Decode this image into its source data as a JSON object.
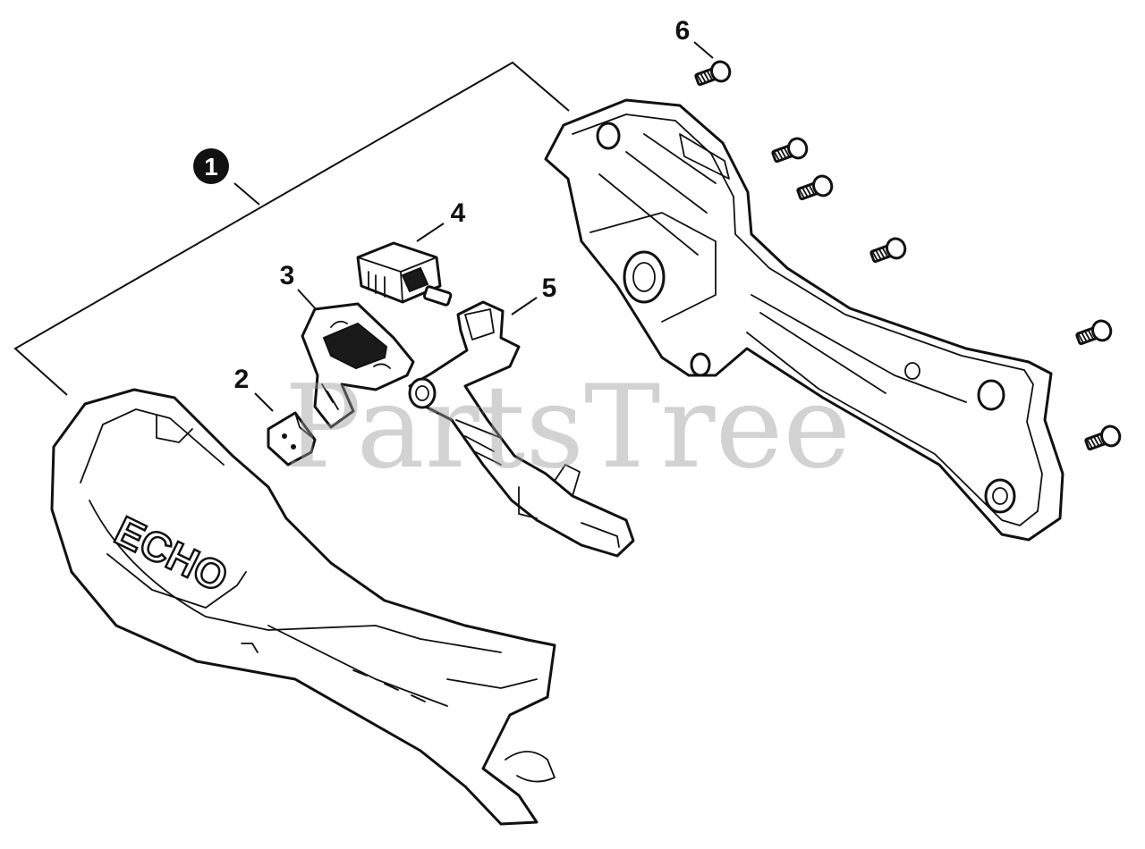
{
  "callouts": {
    "c1": "1",
    "c2": "2",
    "c3": "3",
    "c4": "4",
    "c5": "5",
    "c6": "6"
  },
  "watermark": "PartsTree",
  "brand_logo": "ECHO",
  "colors": {
    "ink": "#111111",
    "background": "#ffffff",
    "watermark": "#9c9c9c"
  }
}
